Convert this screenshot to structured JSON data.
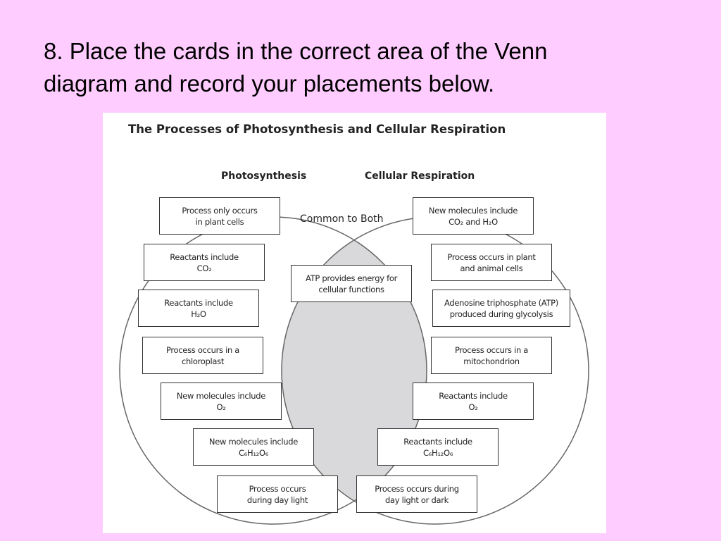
{
  "slide": {
    "title_line1": "8.  Place the cards in the correct area of the Venn",
    "title_line2": "diagram and record your placements below."
  },
  "figure": {
    "title": "The Processes of Photosynthesis and Cellular Respiration",
    "left_set_label": "Photosynthesis",
    "right_set_label": "Cellular Respiration",
    "common_label": "Common to Both",
    "colors": {
      "overlap_fill": "#d9d9db",
      "outline": "#666666",
      "card_border": "#333333"
    }
  },
  "cards": {
    "photosynthesis": [
      {
        "line1": "Process only occurs",
        "line2": "in plant cells"
      },
      {
        "line1": "Reactants include",
        "line2": "CO₂"
      },
      {
        "line1": "Reactants include",
        "line2": "H₂O"
      },
      {
        "line1": "Process occurs in a",
        "line2": "chloroplast"
      },
      {
        "line1": "New molecules include",
        "line2": "O₂"
      },
      {
        "line1": "New molecules include",
        "line2": "C₆H₁₂O₆"
      },
      {
        "line1": "Process occurs",
        "line2": "during day light"
      }
    ],
    "common": [
      {
        "line1": "ATP provides energy for",
        "line2": "cellular functions"
      }
    ],
    "respiration": [
      {
        "line1": "New molecules include",
        "line2": "CO₂ and H₂O"
      },
      {
        "line1": "Process occurs in plant",
        "line2": "and animal cells"
      },
      {
        "line1": "Adenosine triphosphate (ATP)",
        "line2": "produced during glycolysis"
      },
      {
        "line1": "Process occurs in a",
        "line2": "mitochondrion"
      },
      {
        "line1": "Reactants include",
        "line2": "O₂"
      },
      {
        "line1": "Reactants include",
        "line2": "C₆H₁₂O₆"
      },
      {
        "line1": "Process occurs during",
        "line2": "day light or dark"
      }
    ]
  }
}
